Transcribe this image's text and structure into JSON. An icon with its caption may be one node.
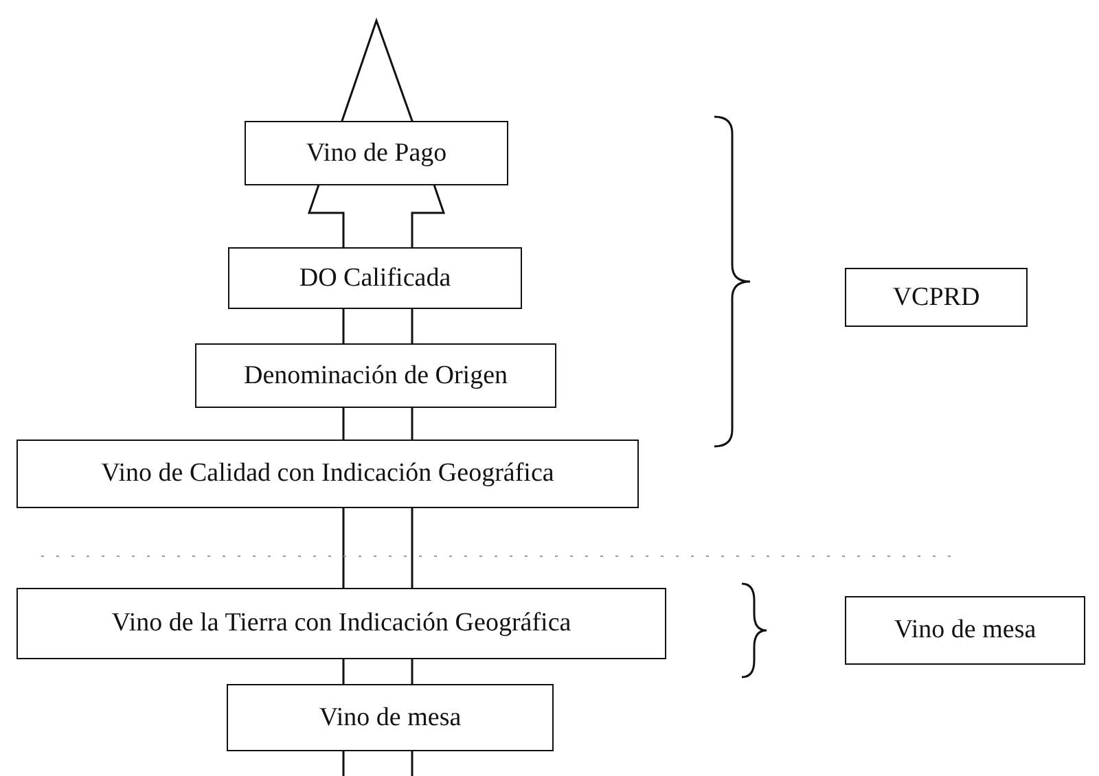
{
  "diagram": {
    "nodes": [
      {
        "text": [
          "Vino de Pago"
        ]
      },
      {
        "text": [
          "DO Calificada"
        ]
      },
      {
        "text": [
          "Denominación de Origen"
        ]
      },
      {
        "text": [
          "Vino de Calidad con Indicación Geográfica"
        ]
      },
      {
        "text": [
          "Vino de la Tierra con Indicación Geográfica"
        ]
      },
      {
        "text": [
          "Vino de mesa"
        ]
      },
      {
        "text": [
          "VCPRD"
        ]
      },
      {
        "text": [
          "Vino de mesa"
        ]
      }
    ]
  }
}
